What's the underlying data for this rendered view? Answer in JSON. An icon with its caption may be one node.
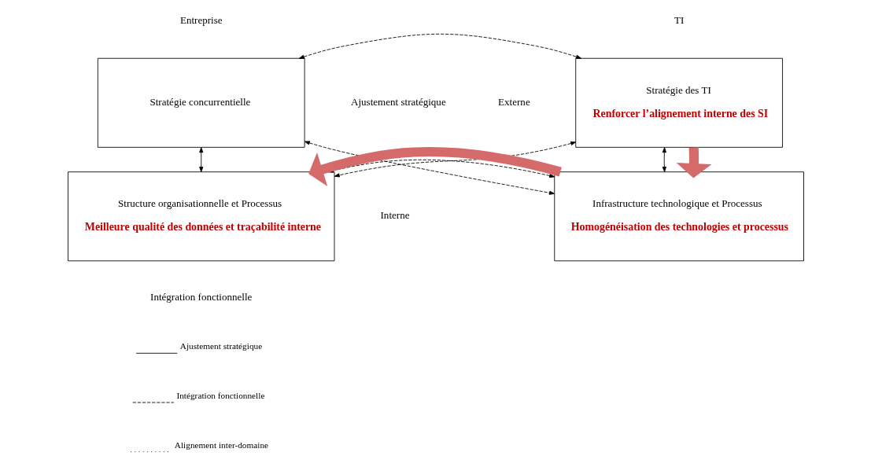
{
  "diagram": {
    "nodes": [
      {
        "text": [
          "Stratégie concurrentielle"
        ]
      },
      {
        "text": [
          "Stratégie des TI",
          "Renforcer l’alignement interne des SI"
        ]
      },
      {
        "text": [
          "Structure organisationnelle et Processus",
          "Meilleure qualité des données et traçabilité interne"
        ]
      },
      {
        "text": [
          "Infrastructure technologique et Processus",
          "Homogénéisation des technologies et processus"
        ]
      }
    ],
    "edges": [
      {
        "from": 0,
        "to": 1,
        "arrow": "both",
        "style": "dashed"
      },
      {
        "from": 0,
        "to": 2,
        "arrow": "both"
      },
      {
        "from": 1,
        "to": 3,
        "arrow": "both"
      },
      {
        "from": 0,
        "to": 3,
        "arrow": "both",
        "style": "dashed"
      },
      {
        "from": 1,
        "to": 2,
        "arrow": "both",
        "style": "dashed"
      },
      {
        "from": 2,
        "to": 3,
        "arrow": "both",
        "style": "dashed"
      },
      {
        "from": 1,
        "to": 3,
        "arrow": "to",
        "style": "thick",
        "color": "#d46a6a"
      },
      {
        "from": 3,
        "to": 2,
        "arrow": "to",
        "style": "thick",
        "color": "#d46a6a"
      }
    ],
    "labels": [
      "Entreprise",
      "TI",
      "Externe",
      "Ajustement stratégique",
      "Interne",
      "Intégration fonctionnelle"
    ],
    "legend": [
      {
        "text": "Ajustement stratégique"
      },
      {
        "text": "Intégration fonctionnelle"
      },
      {
        "text": "Alignement inter-domaine"
      }
    ]
  }
}
